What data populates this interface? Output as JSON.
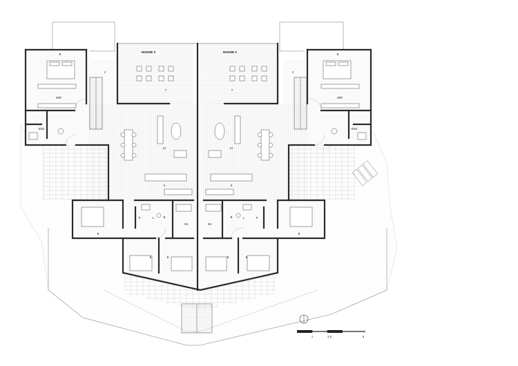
{
  "plan": {
    "houses": {
      "left": "HOUSE 2",
      "right": "HOUSE 1"
    },
    "rooms": {
      "left_terrace": "T",
      "right_terrace": "T",
      "left_bed_top": "B",
      "right_bed_top": "B",
      "left_wir": "WIR",
      "right_wir": "WIR",
      "left_void": "V",
      "right_void": "V",
      "left_ens": "ENS",
      "right_ens": "ENS",
      "left_lv": "LV",
      "right_lv": "LV",
      "left_k": "K",
      "right_k": "K",
      "left_ba": "BA",
      "right_ba": "BA",
      "left_bed_side": "B",
      "right_bed_side": "B",
      "left_p": "P",
      "right_p": "P",
      "left_l": "L",
      "right_l": "L",
      "left_bed_low_a": "B",
      "left_bed_low_b": "B",
      "right_bed_low_a": "B",
      "right_bed_low_b": "B",
      "left_b_small": "B",
      "right_b_small": "B"
    },
    "scale_bar": {
      "ticks": [
        "1",
        "2.5",
        "5"
      ]
    }
  }
}
